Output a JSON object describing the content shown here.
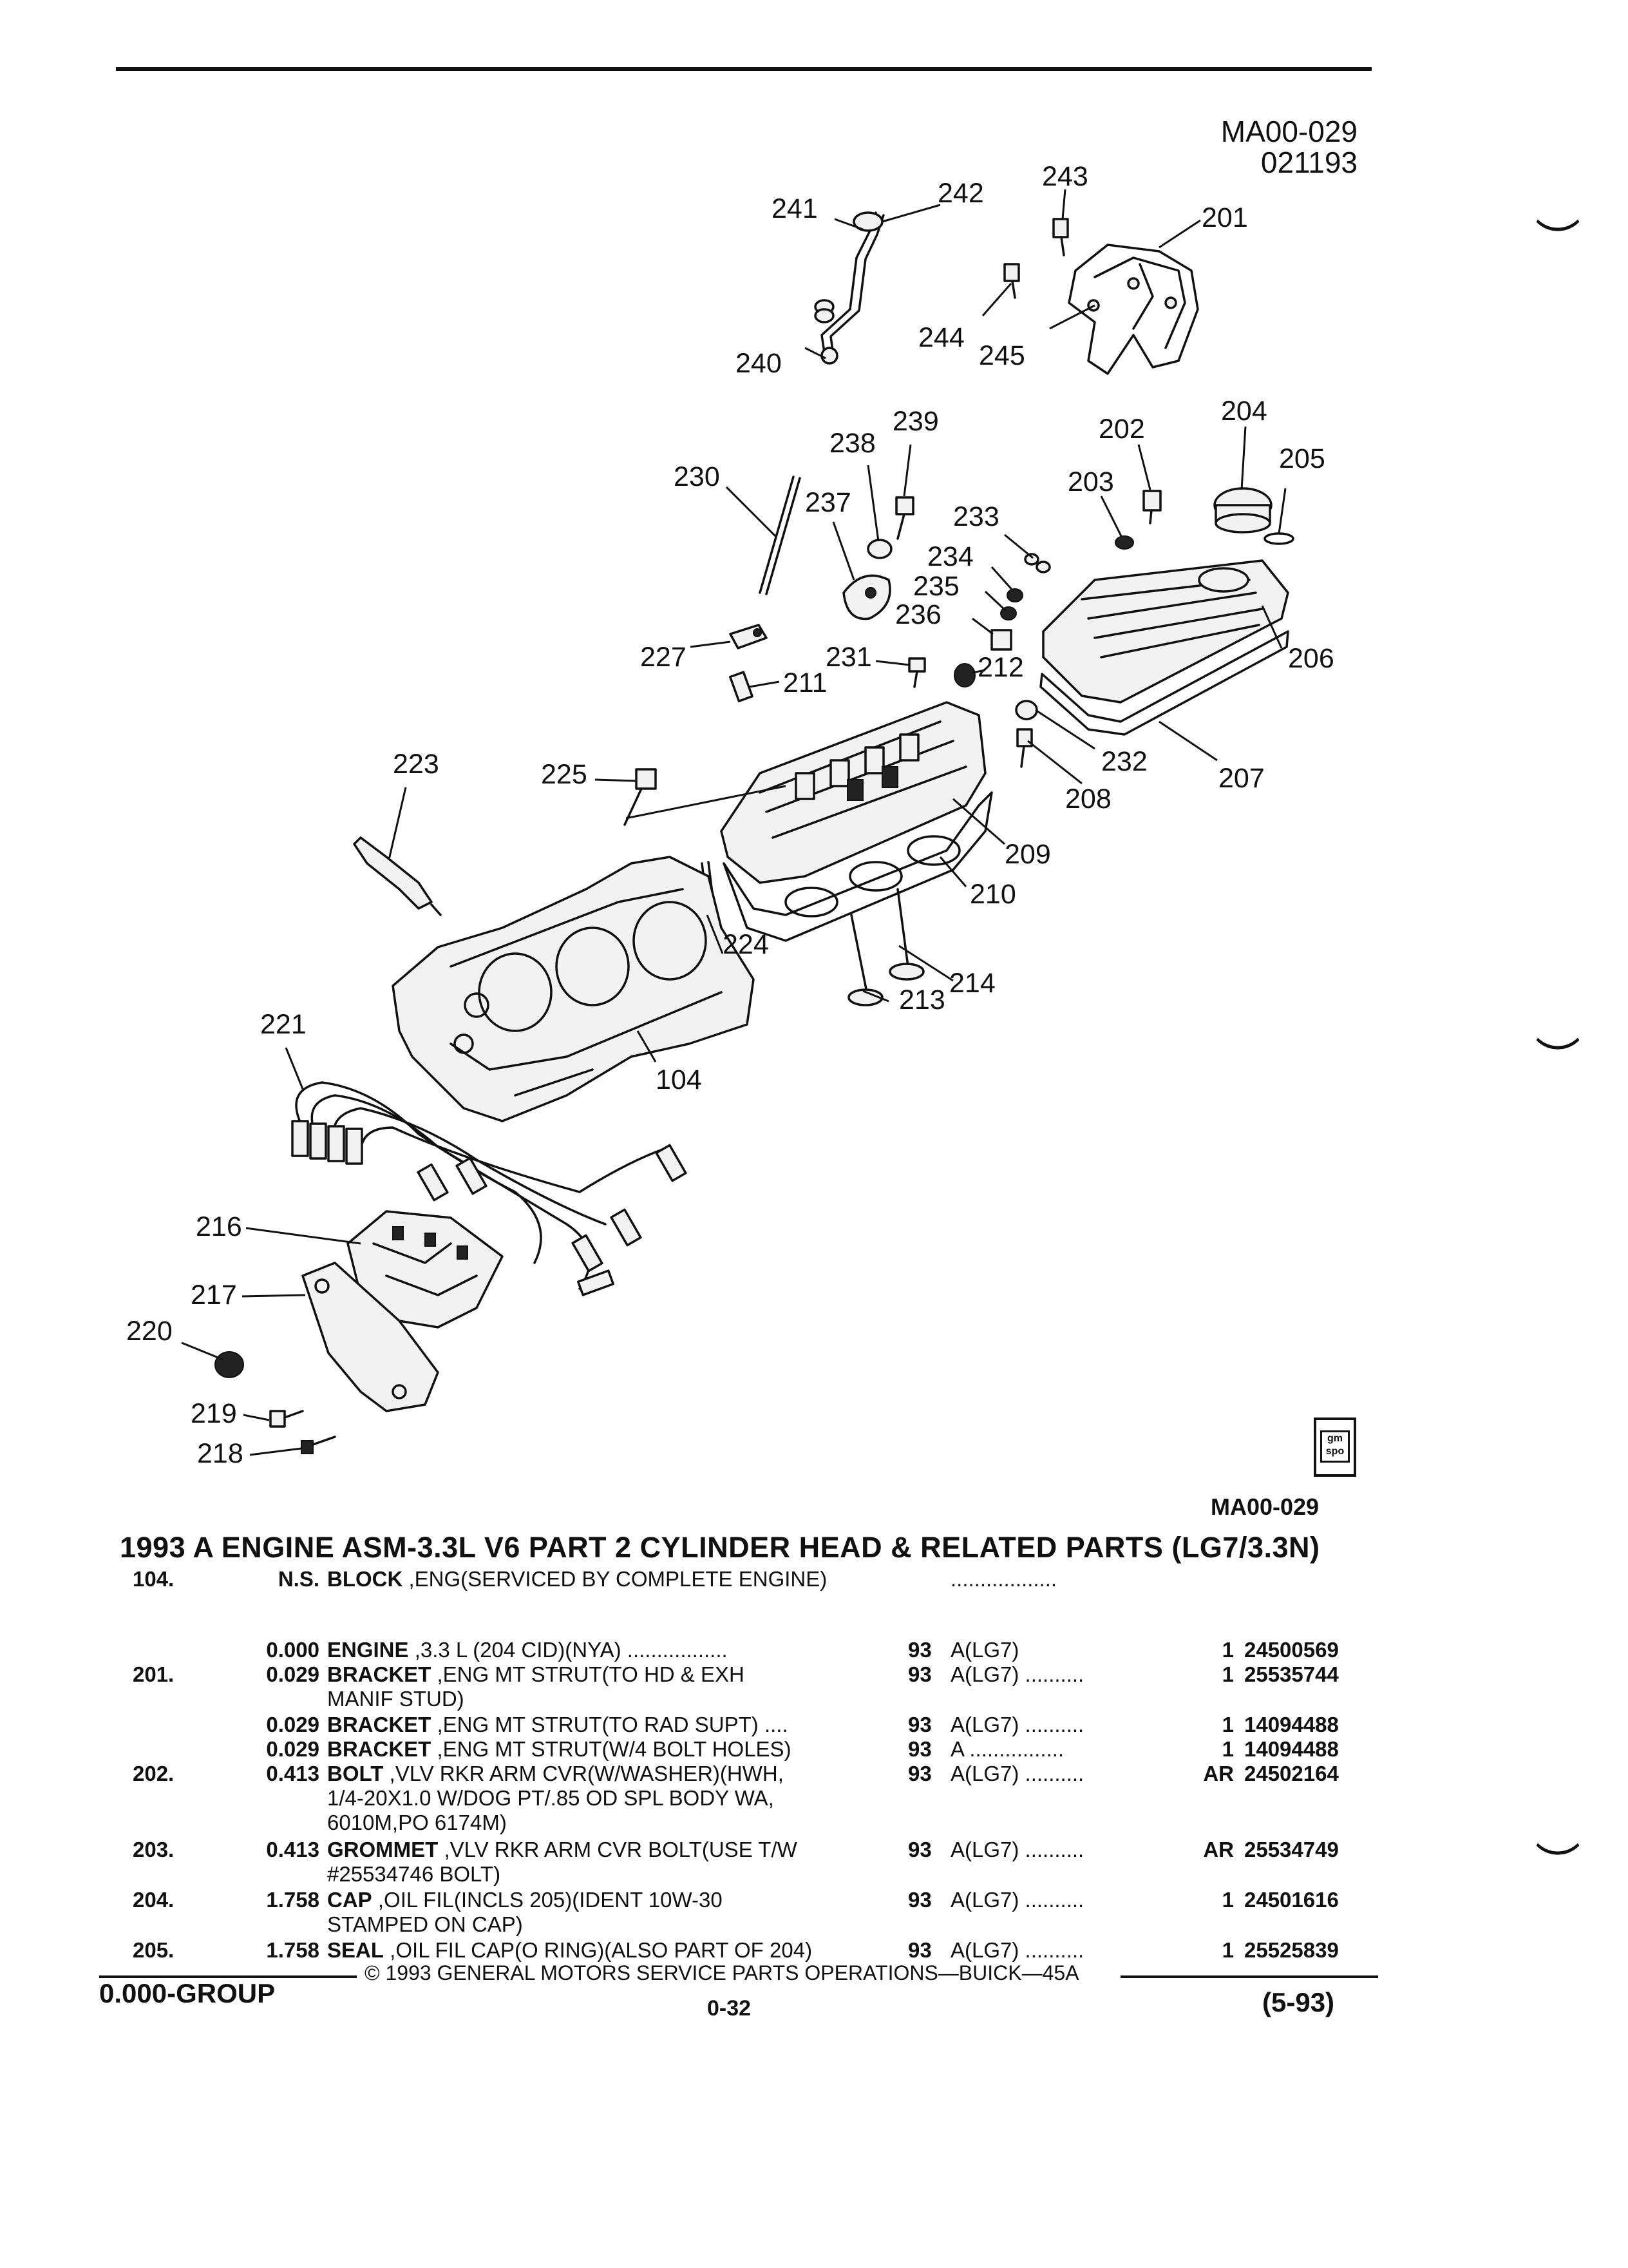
{
  "header": {
    "diagram_id": "MA00-029",
    "diagram_date": "021193"
  },
  "diagram": {
    "callouts": [
      "241",
      "242",
      "243",
      "201",
      "240",
      "244",
      "245",
      "230",
      "238",
      "239",
      "202",
      "204",
      "205",
      "203",
      "237",
      "233",
      "234",
      "235",
      "236",
      "227",
      "231",
      "212",
      "206",
      "211",
      "232",
      "207",
      "208",
      "223",
      "225",
      "209",
      "210",
      "224",
      "214",
      "213",
      "104",
      "221",
      "216",
      "217",
      "220",
      "219",
      "218"
    ]
  },
  "logo_text": "gm spo",
  "bottom_diagram_id": "MA00-029",
  "section_title": "1993 A ENGINE ASM-3.3L V6 PART 2 CYLINDER HEAD & RELATED PARTS (LG7/3.3N)",
  "parts": [
    {
      "item": "104.",
      "qty": "N.S.",
      "name": "BLOCK",
      "desc": " ,ENG(SERVICED BY COMPLETE ENGINE)",
      "desc2": "",
      "desc3": "",
      "year": "",
      "model": "..................",
      "per": "",
      "number": ""
    },
    {
      "item": "",
      "qty": "0.000",
      "name": "ENGINE",
      "desc": " ,3.3 L (204 CID)(NYA) .................",
      "desc2": "",
      "desc3": "",
      "year": "93",
      "model": "A(LG7)",
      "per": "1",
      "number": "24500569"
    },
    {
      "item": "201.",
      "qty": "0.029",
      "name": "BRACKET",
      "desc": " ,ENG MT STRUT(TO HD & EXH",
      "desc2": "MANIF STUD)",
      "desc3": "",
      "year": "93",
      "model": "A(LG7) ..........",
      "per": "1",
      "number": "25535744"
    },
    {
      "item": "",
      "qty": "0.029",
      "name": "BRACKET",
      "desc": " ,ENG MT STRUT(TO RAD SUPT) ....",
      "desc2": "",
      "desc3": "",
      "year": "93",
      "model": "A(LG7) ..........",
      "per": "1",
      "number": "14094488"
    },
    {
      "item": "",
      "qty": "0.029",
      "name": "BRACKET",
      "desc": " ,ENG MT STRUT(W/4 BOLT HOLES)",
      "desc2": "",
      "desc3": "",
      "year": "93",
      "model": "A ................",
      "per": "1",
      "number": "14094488"
    },
    {
      "item": "202.",
      "qty": "0.413",
      "name": "BOLT",
      "desc": " ,VLV RKR ARM CVR(W/WASHER)(HWH,",
      "desc2": "1/4-20X1.0 W/DOG PT/.85 OD SPL BODY WA,",
      "desc3": "6010M,PO 6174M)",
      "year": "93",
      "model": "A(LG7) ..........",
      "per": "AR",
      "number": "24502164"
    },
    {
      "item": "203.",
      "qty": "0.413",
      "name": "GROMMET",
      "desc": " ,VLV RKR ARM CVR BOLT(USE T/W",
      "desc2": "#25534746 BOLT)",
      "desc3": "",
      "year": "93",
      "model": "A(LG7) ..........",
      "per": "AR",
      "number": "25534749"
    },
    {
      "item": "204.",
      "qty": "1.758",
      "name": "CAP",
      "desc": " ,OIL FIL(INCLS 205)(IDENT 10W-30",
      "desc2": "STAMPED ON CAP)",
      "desc3": "",
      "year": "93",
      "model": "A(LG7) ..........",
      "per": "1",
      "number": "24501616"
    },
    {
      "item": "205.",
      "qty": "1.758",
      "name": "SEAL",
      "desc": " ,OIL FIL CAP(O RING)(ALSO PART OF 204)",
      "desc2": "",
      "desc3": "",
      "year": "93",
      "model": "A(LG7) ..........",
      "per": "1",
      "number": "25525839"
    }
  ],
  "footer": {
    "copyright": "© 1993 GENERAL MOTORS SERVICE PARTS OPERATIONS—BUICK—45A",
    "group": "0.000-GROUP",
    "page": "0-32",
    "date": "(5-93)"
  },
  "margin_marks": [
    "︶",
    "︶",
    "︶"
  ]
}
